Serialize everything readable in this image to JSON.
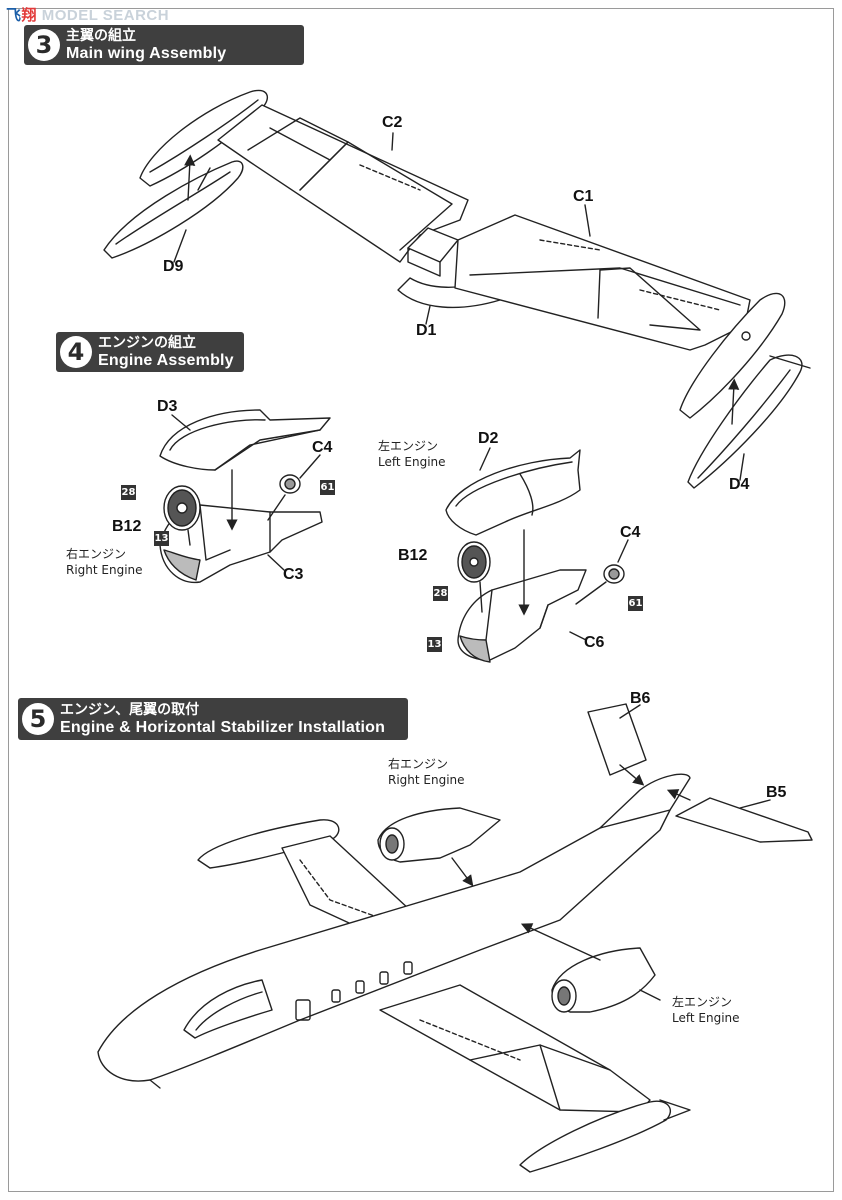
{
  "watermark": {
    "part1": "飞",
    "part2": "翔",
    "part3": "MODEL SEARCH"
  },
  "steps": [
    {
      "number": "3",
      "title_jp": "主翼の組立",
      "title_en": "Main wing Assembly"
    },
    {
      "number": "4",
      "title_jp": "エンジンの組立",
      "title_en": "Engine Assembly"
    },
    {
      "number": "5",
      "title_jp": "エンジン、尾翼の取付",
      "title_en": "Engine & Horizontal Stabilizer Installation"
    }
  ],
  "step3_parts": {
    "c2": "C2",
    "c1": "C1",
    "d9": "D9",
    "d1": "D1",
    "d4": "D4"
  },
  "step4": {
    "right_engine_parts": {
      "d3": "D3",
      "c4": "C4",
      "b12": "B12",
      "c3": "C3",
      "color_28": "28",
      "color_61": "61",
      "color_13": "13"
    },
    "left_engine_parts": {
      "d2": "D2",
      "b12": "B12",
      "c4": "C4",
      "c6": "C6",
      "color_28": "28",
      "color_61": "61",
      "color_13": "13"
    },
    "right_engine_jp": "右エンジン",
    "right_engine_en": "Right Engine",
    "left_engine_jp": "左エンジン",
    "left_engine_en": "Left Engine"
  },
  "step5": {
    "b6": "B6",
    "b5": "B5",
    "right_engine_jp": "右エンジン",
    "right_engine_en": "Right Engine",
    "left_engine_jp": "左エンジン",
    "left_engine_en": "Left Engine"
  }
}
